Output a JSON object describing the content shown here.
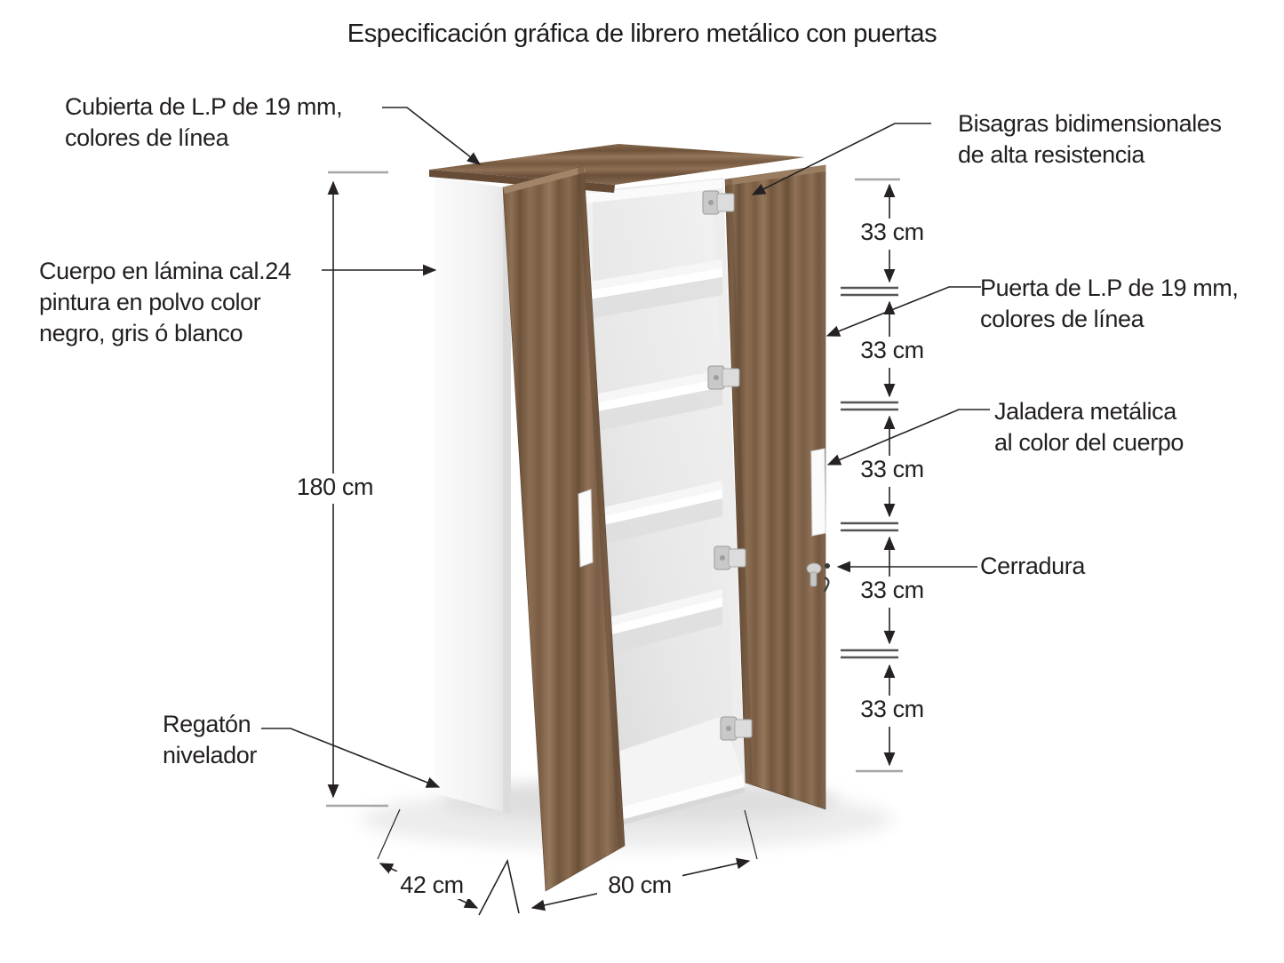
{
  "title": "Especificación gráfica de librero metálico con puertas",
  "annotations": {
    "cubierta": "Cubierta de L.P de 19 mm,\ncolores de línea",
    "bisagras": "Bisagras bidimensionales\nde alta resistencia",
    "cuerpo": "Cuerpo en lámina cal.24\npintura en polvo color\nnegro, gris ó blanco",
    "puerta": "Puerta de L.P de 19 mm,\ncolores de línea",
    "jaladera": "Jaladera metálica\nal color del cuerpo",
    "cerradura": "Cerradura",
    "regaton": "Regatón\nnivelador"
  },
  "dimensions": {
    "total_height": "180 cm",
    "shelf_spacing": [
      "33 cm",
      "33 cm",
      "33 cm",
      "33 cm",
      "33 cm"
    ],
    "depth": "42 cm",
    "width": "80 cm"
  },
  "colors": {
    "wood": "#7d6149",
    "carcass_white": "#f4f4f4",
    "annotation_line": "#262223"
  }
}
